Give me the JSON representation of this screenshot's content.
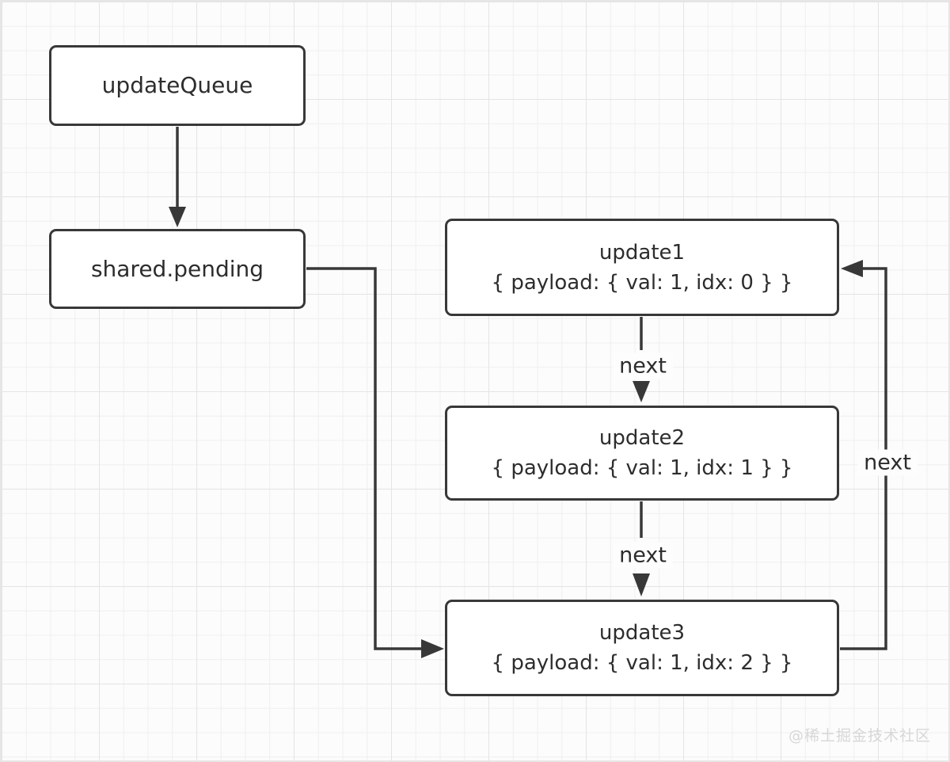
{
  "colors": {
    "ink": "#383838",
    "text": "#2d2d2d",
    "bg": "#fcfcfc",
    "grid_minor": "#efefef",
    "grid_major": "#e4e4e4",
    "watermark": "#d7d7d7"
  },
  "nodes": {
    "update_queue": {
      "label": "updateQueue"
    },
    "shared_pending": {
      "label": "shared.pending"
    },
    "update1": {
      "title": "update1",
      "payload": "{ payload: { val: 1, idx: 0 } }"
    },
    "update2": {
      "title": "update2",
      "payload": "{ payload: { val: 1, idx: 1 } }"
    },
    "update3": {
      "title": "update3",
      "payload": "{ payload: { val: 1, idx: 2 } }"
    }
  },
  "edges": {
    "update1_to_update2": {
      "label": "next"
    },
    "update2_to_update3": {
      "label": "next"
    },
    "update3_to_update1": {
      "label": "next"
    }
  },
  "watermark": {
    "text": "@稀土掘金技术社区"
  }
}
